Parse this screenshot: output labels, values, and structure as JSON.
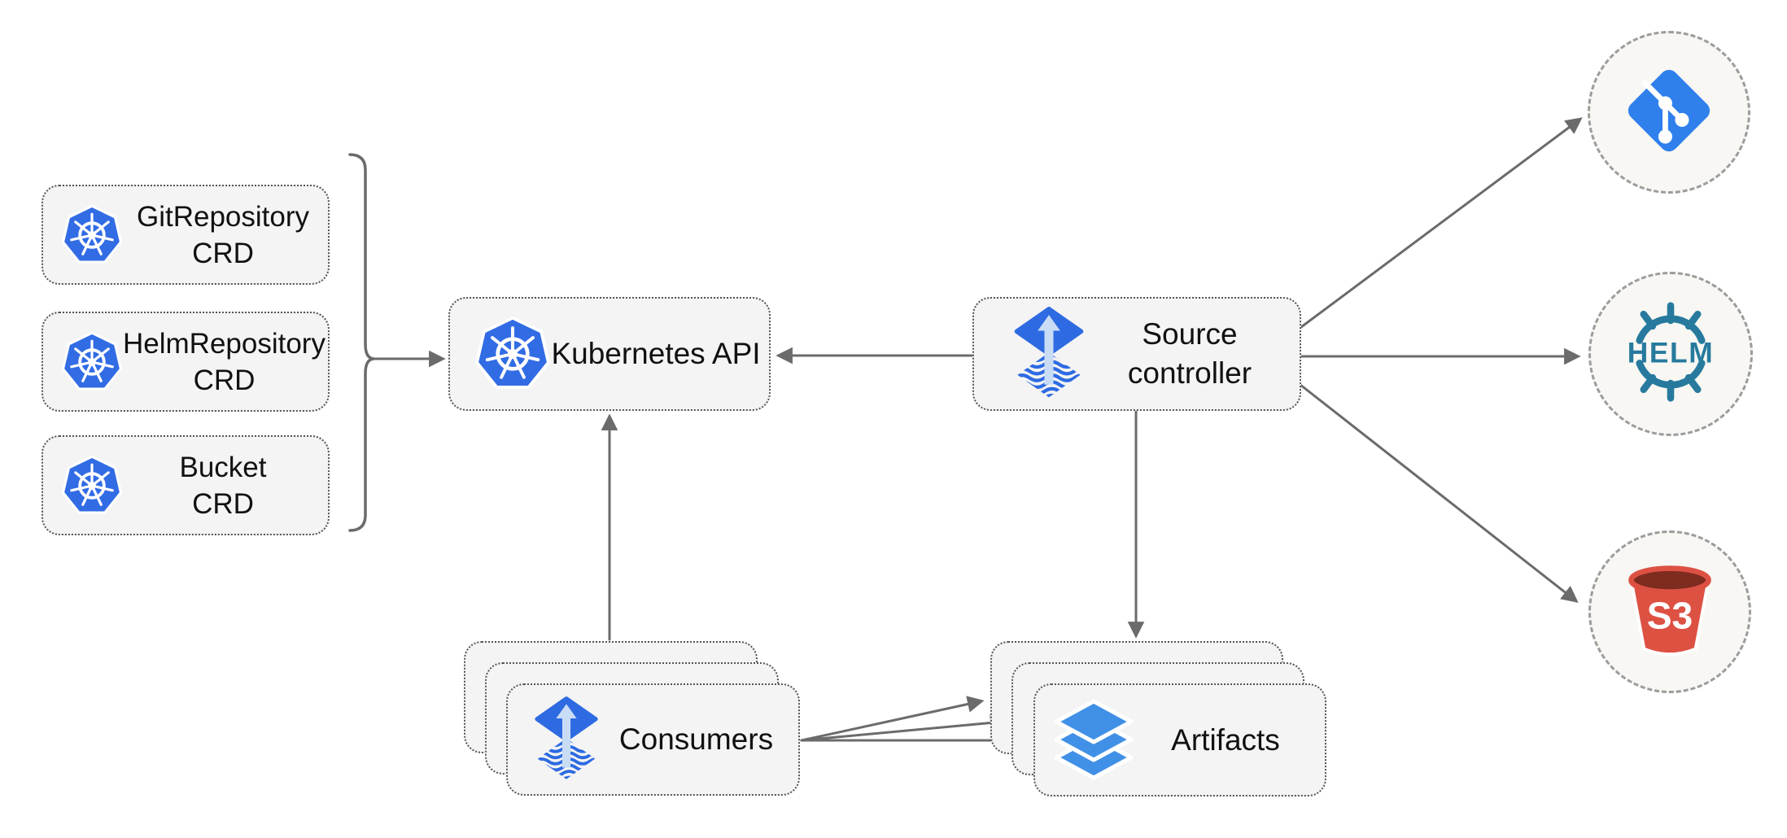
{
  "crd_boxes": [
    {
      "name": "GitRepository",
      "type": "CRD"
    },
    {
      "name": "HelmRepository",
      "type": "CRD"
    },
    {
      "name": "Bucket",
      "type": "CRD"
    }
  ],
  "kubernetes_api": {
    "label": "Kubernetes API"
  },
  "source_controller": {
    "line1": "Source",
    "line2": "controller"
  },
  "consumers": {
    "label": "Consumers"
  },
  "artifacts": {
    "label": "Artifacts"
  },
  "external_targets": {
    "git": {
      "icon": "git-branch-icon"
    },
    "helm": {
      "label": "HELM",
      "icon": "helm-wheel-icon"
    },
    "s3": {
      "label": "S3",
      "icon": "s3-bucket-icon"
    }
  },
  "icons": {
    "kubernetes": "kubernetes-wheel-icon",
    "flux": "flux-diamond-arrow-icon",
    "artifacts": "layers-stack-icon",
    "git": "git-branch-icon",
    "helm": "helm-wheel-icon",
    "s3": "s3-bucket-icon"
  },
  "colors": {
    "kubernetes_blue": "#326CE5",
    "flux_blue": "#2E6BE2",
    "flux_arrow_light": "#C9DCF6",
    "artifact_layers_blue": "#4190E7",
    "git_blue": "#2F80ED",
    "helm_teal": "#277A9E",
    "s3_red": "#DD5143",
    "s3_dark_red": "#7E2B20",
    "arrow_gray": "#6B6B6B",
    "node_fill": "#F4F4F4",
    "node_border_dotted": "#555555",
    "circle_border_dashed": "#9C9C9C"
  }
}
